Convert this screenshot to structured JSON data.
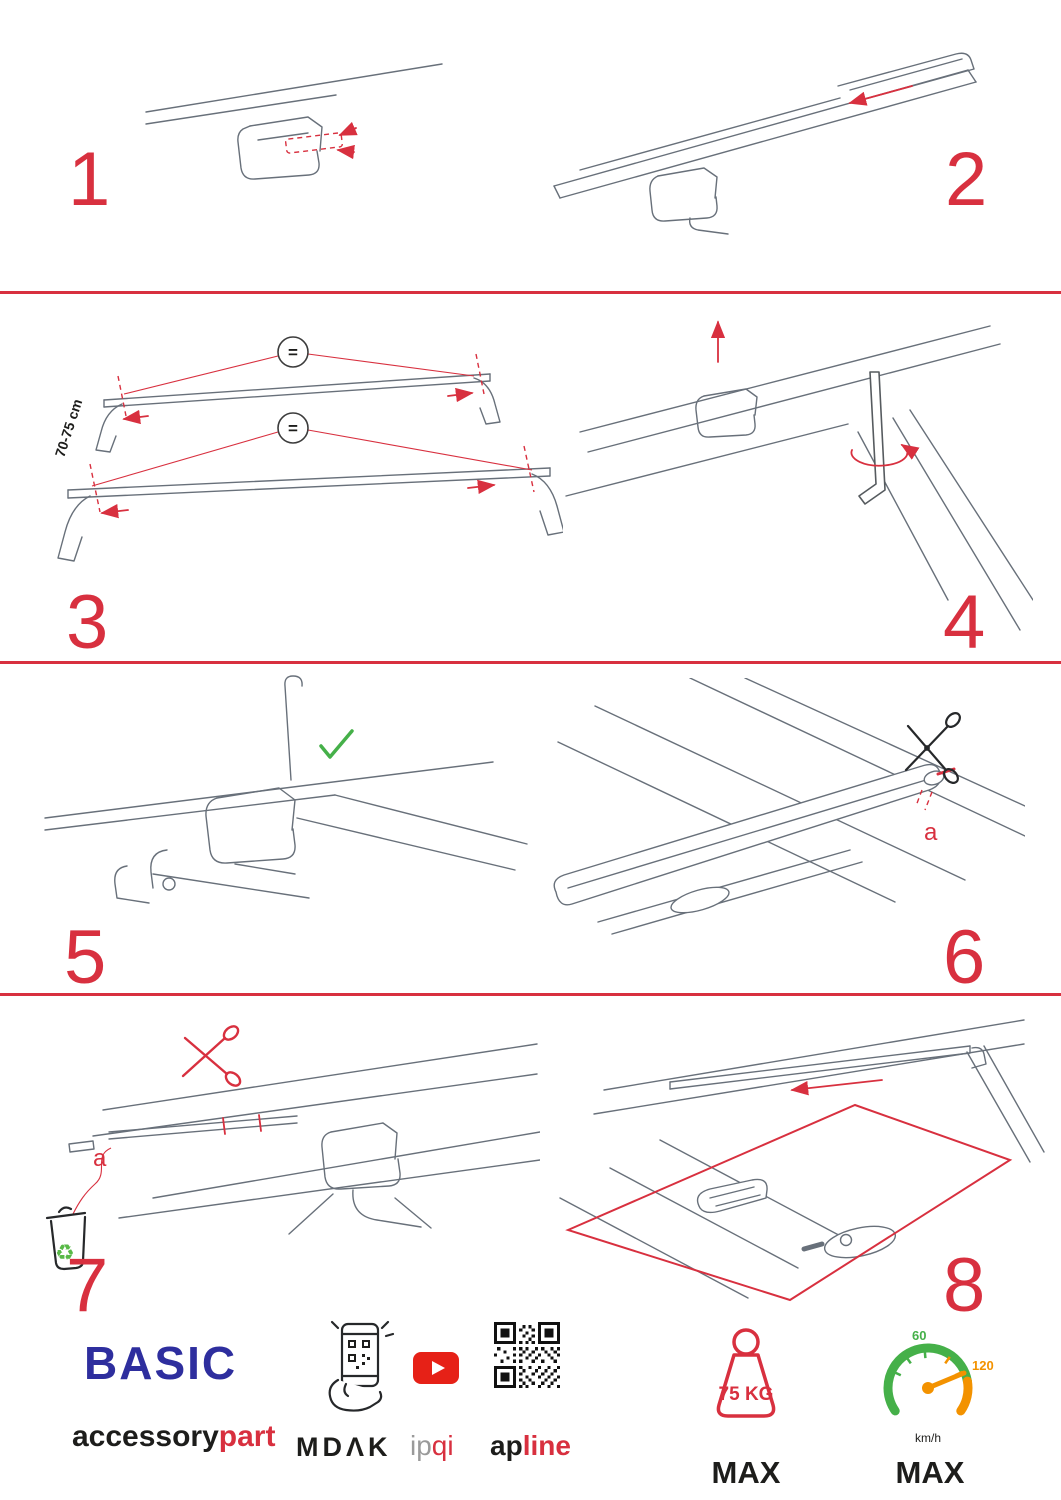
{
  "steps": [
    {
      "number": "1"
    },
    {
      "number": "2"
    },
    {
      "number": "3",
      "measurement": "70-75 cm",
      "equals": "="
    },
    {
      "number": "4"
    },
    {
      "number": "5"
    },
    {
      "number": "6",
      "label_a": "a"
    },
    {
      "number": "7",
      "label_a": "a"
    },
    {
      "number": "8"
    }
  ],
  "footer": {
    "brand": "BASIC",
    "brand_accessory": "accessory",
    "brand_part": "part",
    "logo_mdak": "MDΛK",
    "logo_ipqi_gray": "ip",
    "logo_ipqi_red": "qi",
    "logo_apline_dark": "ap",
    "logo_apline_red": "line",
    "weight_value": "75 KG",
    "weight_max_label": "MAX",
    "speed_60": "60",
    "speed_120": "120",
    "speed_unit": "km/h",
    "speed_max_label": "MAX"
  },
  "icons": {
    "scissors": "✂",
    "recycle": "♻",
    "check": "✓"
  },
  "colors": {
    "accent_red": "#d8303f",
    "brand_blue": "#2e2e9e",
    "youtube_red": "#e62117",
    "green": "#45b049",
    "orange": "#f39200"
  }
}
